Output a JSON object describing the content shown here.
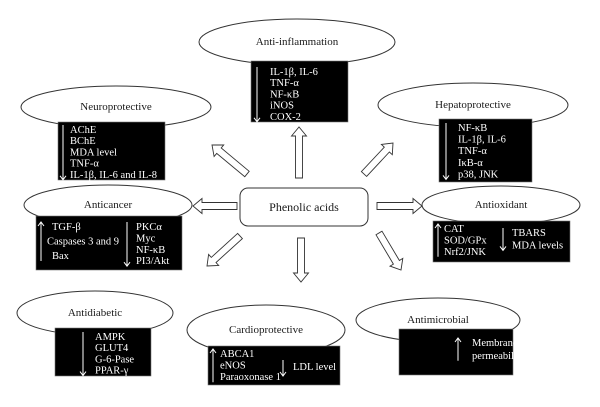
{
  "center": {
    "label": "Phenolic acids"
  },
  "colors": {
    "box_fill": "#000000",
    "box_text": "#ffffff",
    "outline": "#333333",
    "background": "#ffffff"
  },
  "activities": [
    {
      "id": "anti-inflammation",
      "label": "Anti-inflammation",
      "groups": [
        {
          "direction": "down",
          "items": [
            "IL-1β, IL-6",
            "TNF-α",
            "NF-κB",
            "iNOS",
            "COX-2"
          ]
        }
      ]
    },
    {
      "id": "neuroprotective",
      "label": "Neuroprotective",
      "groups": [
        {
          "direction": "down",
          "items": [
            "AChE",
            "BChE",
            "MDA level",
            "TNF-α",
            "IL-1β, IL-6 and IL-8"
          ]
        }
      ]
    },
    {
      "id": "hepatoprotective",
      "label": "Hepatoprotective",
      "groups": [
        {
          "direction": "down",
          "items": [
            "NF-κB",
            "IL-1β, IL-6",
            "TNF-α",
            "IκB-α",
            "p38, JNK"
          ]
        }
      ]
    },
    {
      "id": "anticancer",
      "label": "Anticancer",
      "groups": [
        {
          "direction": "up",
          "items": [
            "TGF-β",
            "Caspases 3 and 9",
            "Bax"
          ]
        },
        {
          "direction": "down",
          "items": [
            "PKCα",
            "Myc",
            "NF-κB",
            "PI3/Akt"
          ]
        }
      ]
    },
    {
      "id": "antioxidant",
      "label": "Antioxidant",
      "groups": [
        {
          "direction": "up",
          "items": [
            "CAT",
            "SOD/GPx",
            "Nrf2/JNK"
          ]
        },
        {
          "direction": "down",
          "items": [
            "TBARS",
            "MDA levels"
          ]
        }
      ]
    },
    {
      "id": "antidiabetic",
      "label": "Antidiabetic",
      "groups": [
        {
          "direction": "down",
          "items": [
            "AMPK",
            "GLUT4",
            "G-6-Pase",
            "PPAR-γ"
          ]
        }
      ]
    },
    {
      "id": "cardioprotective",
      "label": "Cardioprotective",
      "groups": [
        {
          "direction": "up",
          "items": [
            "ABCA1",
            "eNOS",
            "Paraoxonase 1"
          ]
        },
        {
          "direction": "down",
          "items": [
            "LDL level"
          ]
        }
      ]
    },
    {
      "id": "antimicrobial",
      "label": "Antimicrobial",
      "groups": [
        {
          "direction": "up",
          "items": [
            "Membrane",
            "permeability"
          ]
        }
      ]
    }
  ],
  "arrow_symbols": {
    "up": "↑",
    "down": "↓"
  }
}
